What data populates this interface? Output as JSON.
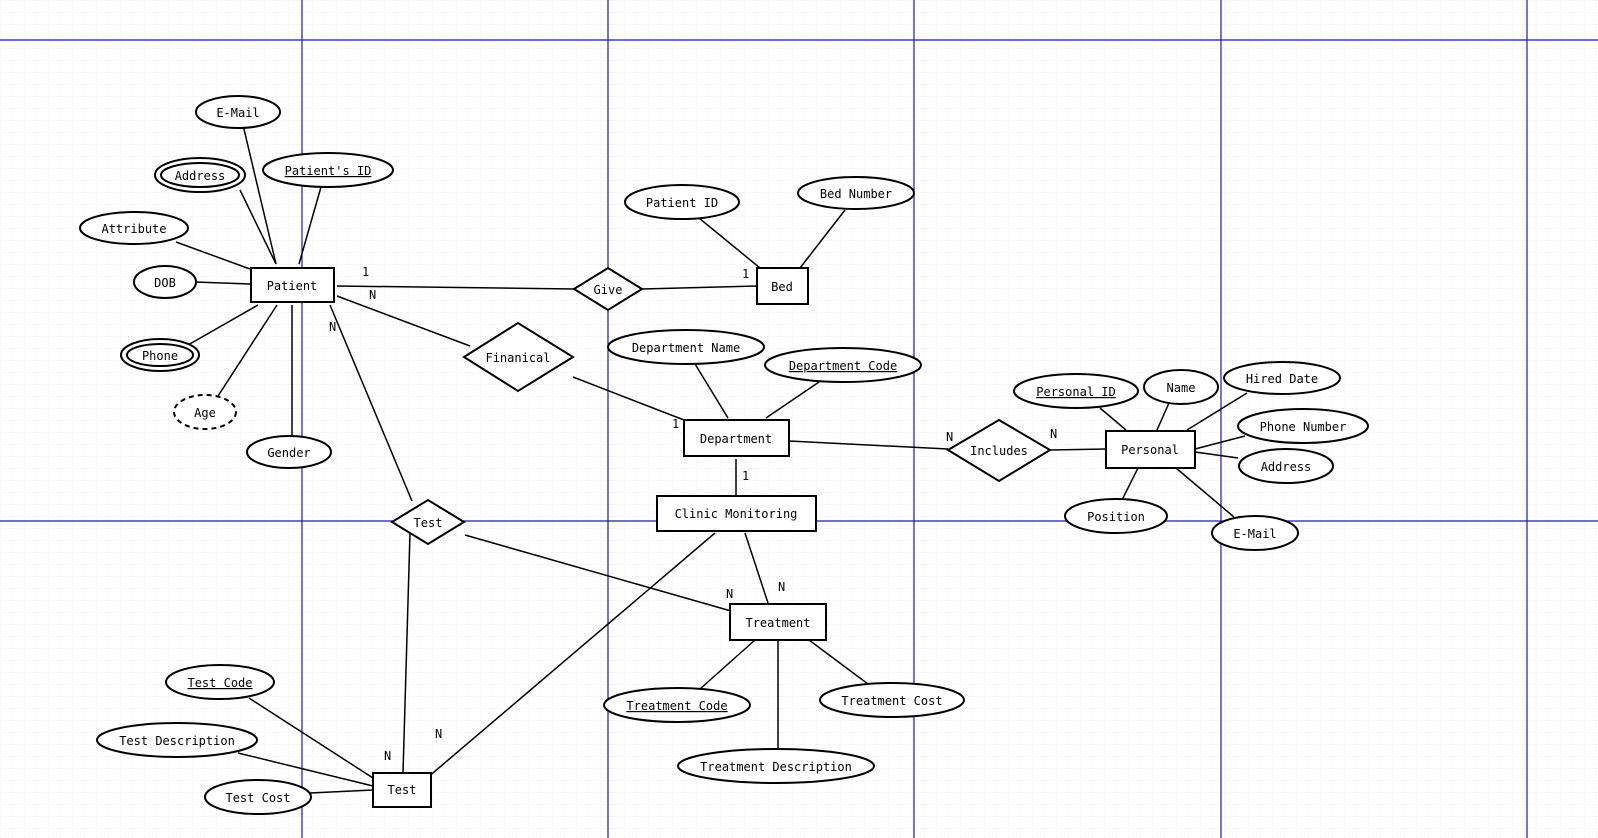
{
  "entities": [
    {
      "id": "patient",
      "label": "Patient"
    },
    {
      "id": "bed",
      "label": "Bed"
    },
    {
      "id": "department",
      "label": "Department"
    },
    {
      "id": "clinic",
      "label": "Clinic Monitoring"
    },
    {
      "id": "treatment",
      "label": "Treatment"
    },
    {
      "id": "test_entity",
      "label": "Test"
    },
    {
      "id": "personal",
      "label": "Personal"
    }
  ],
  "relationships": [
    {
      "id": "give",
      "label": "Give"
    },
    {
      "id": "financial",
      "label": "Finanical"
    },
    {
      "id": "includes",
      "label": "Includes"
    },
    {
      "id": "test_rel",
      "label": "Test"
    }
  ],
  "attributes": [
    {
      "id": "p_email",
      "label": "E-Mail",
      "entity": "patient"
    },
    {
      "id": "p_address",
      "label": "Address",
      "entity": "patient",
      "kind": "multivalued"
    },
    {
      "id": "p_id",
      "label": "Patient's ID",
      "entity": "patient",
      "key": true
    },
    {
      "id": "p_attr",
      "label": "Attribute",
      "entity": "patient"
    },
    {
      "id": "p_dob",
      "label": "DOB",
      "entity": "patient"
    },
    {
      "id": "p_phone",
      "label": "Phone",
      "entity": "patient",
      "kind": "multivalued"
    },
    {
      "id": "p_age",
      "label": "Age",
      "entity": "patient",
      "kind": "derived"
    },
    {
      "id": "p_gender",
      "label": "Gender",
      "entity": "patient"
    },
    {
      "id": "b_pid",
      "label": "Patient ID",
      "entity": "bed"
    },
    {
      "id": "b_num",
      "label": "Bed Number",
      "entity": "bed"
    },
    {
      "id": "d_name",
      "label": "Department Name",
      "entity": "department"
    },
    {
      "id": "d_code",
      "label": "Department Code",
      "entity": "department",
      "key": true
    },
    {
      "id": "s_id",
      "label": "Personal ID",
      "entity": "personal",
      "key": true
    },
    {
      "id": "s_name",
      "label": "Name",
      "entity": "personal"
    },
    {
      "id": "s_hired",
      "label": "Hired Date",
      "entity": "personal"
    },
    {
      "id": "s_phone",
      "label": "Phone Number",
      "entity": "personal"
    },
    {
      "id": "s_address",
      "label": "Address",
      "entity": "personal"
    },
    {
      "id": "s_position",
      "label": "Position",
      "entity": "personal"
    },
    {
      "id": "s_email",
      "label": "E-Mail",
      "entity": "personal"
    },
    {
      "id": "t_code",
      "label": "Treatment Code",
      "entity": "treatment",
      "key": true
    },
    {
      "id": "t_cost",
      "label": "Treatment Cost",
      "entity": "treatment"
    },
    {
      "id": "t_desc",
      "label": "Treatment Description",
      "entity": "treatment"
    },
    {
      "id": "x_code",
      "label": "Test Code",
      "entity": "test_entity",
      "key": true
    },
    {
      "id": "x_desc",
      "label": "Test Description",
      "entity": "test_entity"
    },
    {
      "id": "x_cost",
      "label": "Test Cost",
      "entity": "test_entity"
    }
  ],
  "cardinalities": [
    {
      "id": "c_patient_give",
      "label": "1"
    },
    {
      "id": "c_bed_give",
      "label": "1"
    },
    {
      "id": "c_patient_fin",
      "label": "N"
    },
    {
      "id": "c_dept_fin",
      "label": "1"
    },
    {
      "id": "c_patient_test",
      "label": "N"
    },
    {
      "id": "c_dept_inc",
      "label": "N"
    },
    {
      "id": "c_pers_inc",
      "label": "N"
    },
    {
      "id": "c_dept_clinic",
      "label": "1"
    },
    {
      "id": "c_treat_test",
      "label": "N"
    },
    {
      "id": "c_treat_clinic",
      "label": "N"
    },
    {
      "id": "c_test_testrel",
      "label": "N"
    },
    {
      "id": "c_test_clinic",
      "label": "N"
    }
  ]
}
